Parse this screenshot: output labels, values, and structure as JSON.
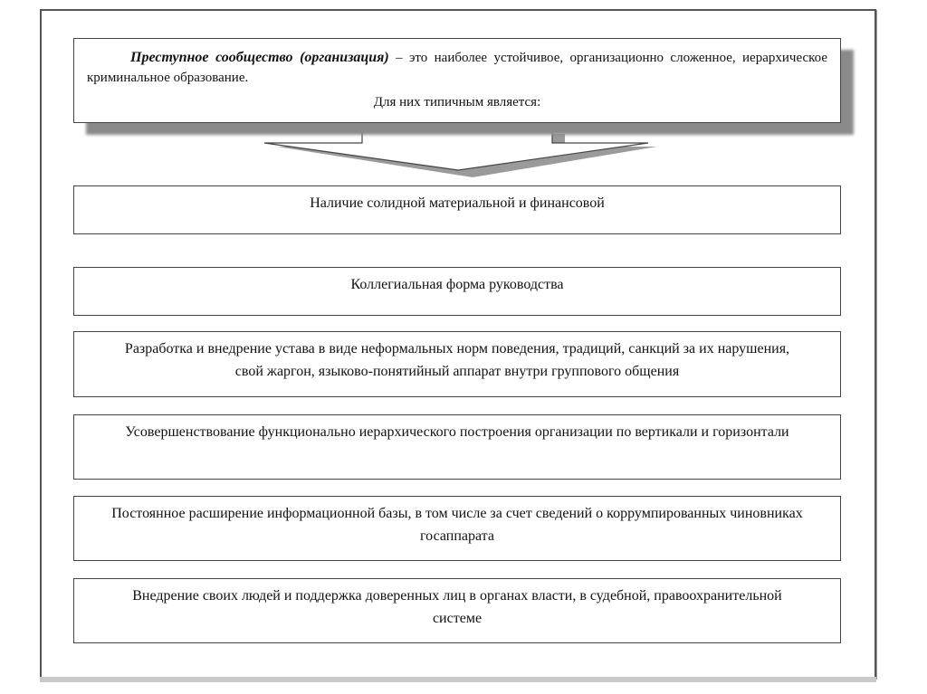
{
  "diagram": {
    "header": {
      "term": "Преступное сообщество (организация)",
      "definition": " – это наиболее устойчивое, организационно сложенное, иерархическое криминальное образование.",
      "subline": "Для них типичным является:"
    },
    "items": [
      {
        "text": "Наличие солидной материальной и финансовой"
      },
      {
        "text": "Коллегиальная форма руководства"
      },
      {
        "text": "Разработка и внедрение устава в виде неформальных норм поведения, традиций, санкций за их нарушения, свой жаргон, языково-понятийный аппарат внутри группового общения"
      },
      {
        "text": "Усовершенствование функционально иерархического построения организации по вертикали и горизонтали"
      },
      {
        "text": "Постоянное расширение информационной базы, в том числе за счет сведений о коррумпированных чиновниках госаппарата"
      },
      {
        "text": "Внедрение своих людей и поддержка доверенных лиц в органах власти, в судебной, правоохранительной системе"
      }
    ]
  }
}
